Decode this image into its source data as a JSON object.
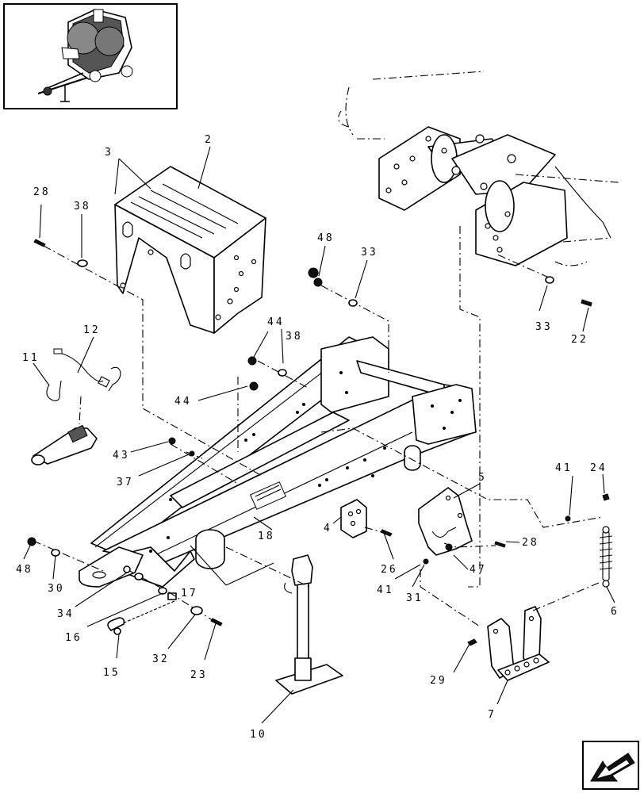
{
  "callouts": [
    {
      "id": "c2",
      "label": "2"
    },
    {
      "id": "c3",
      "label": "3"
    },
    {
      "id": "c4",
      "label": "4"
    },
    {
      "id": "c5",
      "label": "5"
    },
    {
      "id": "c6",
      "label": "6"
    },
    {
      "id": "c7",
      "label": "7"
    },
    {
      "id": "c10",
      "label": "10"
    },
    {
      "id": "c11",
      "label": "11"
    },
    {
      "id": "c12",
      "label": "12"
    },
    {
      "id": "c15",
      "label": "15"
    },
    {
      "id": "c16",
      "label": "16"
    },
    {
      "id": "c17",
      "label": "17"
    },
    {
      "id": "c18",
      "label": "18"
    },
    {
      "id": "c22",
      "label": "22"
    },
    {
      "id": "c23",
      "label": "23"
    },
    {
      "id": "c24",
      "label": "24"
    },
    {
      "id": "c26",
      "label": "26"
    },
    {
      "id": "c28a",
      "label": "28"
    },
    {
      "id": "c28b",
      "label": "28"
    },
    {
      "id": "c29",
      "label": "29"
    },
    {
      "id": "c30",
      "label": "30"
    },
    {
      "id": "c31",
      "label": "31"
    },
    {
      "id": "c32",
      "label": "32"
    },
    {
      "id": "c33a",
      "label": "33"
    },
    {
      "id": "c33b",
      "label": "33"
    },
    {
      "id": "c34",
      "label": "34"
    },
    {
      "id": "c37",
      "label": "37"
    },
    {
      "id": "c38a",
      "label": "38"
    },
    {
      "id": "c38b",
      "label": "38"
    },
    {
      "id": "c41a",
      "label": "41"
    },
    {
      "id": "c41b",
      "label": "41"
    },
    {
      "id": "c43",
      "label": "43"
    },
    {
      "id": "c44a",
      "label": "44"
    },
    {
      "id": "c44b",
      "label": "44"
    },
    {
      "id": "c47",
      "label": "47"
    },
    {
      "id": "c48a",
      "label": "48"
    },
    {
      "id": "c48b",
      "label": "48"
    }
  ],
  "icons": {
    "thumbnail": "baler-overview-thumbnail",
    "nav": "next-page-arrow-icon"
  }
}
